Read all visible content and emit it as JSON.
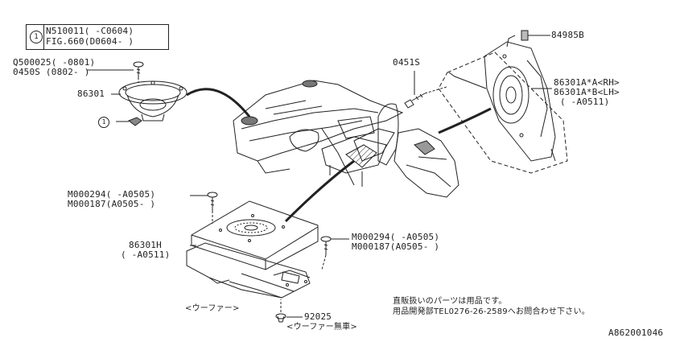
{
  "note_box": {
    "symbol": "1",
    "line1": "N510011(  -C0604)",
    "line2": "FIG.660(D0604-  )"
  },
  "labels": {
    "q500025": "Q500025(  -0801)",
    "s0450": "0450S  (0802-  )",
    "p86301": "86301",
    "callout1": "1",
    "s0451": "0451S",
    "p84985b": "84985B",
    "p86301a_rh": "86301A*A<RH>",
    "p86301a_lh": "86301A*B<LH>",
    "p86301a_range": "(  -A0511)",
    "m000294_left": "M000294(  -A0505)",
    "m000187_left": "M000187(A0505-  )",
    "p86301h": "86301H",
    "p86301h_range": "(  -A0511)",
    "m000294_right": "M000294(  -A0505)",
    "m000187_right": "M000187(A0505-  )",
    "woofer": "<ウーファー>",
    "p92025": "92025",
    "no_woofer": "<ウーファー無車>",
    "jp_note1": "直販扱いのパーツは用品です。",
    "jp_note2": "用品開発部TEL0276-26-2589へお問合わせ下さい。",
    "figure_code": "A862001046"
  }
}
